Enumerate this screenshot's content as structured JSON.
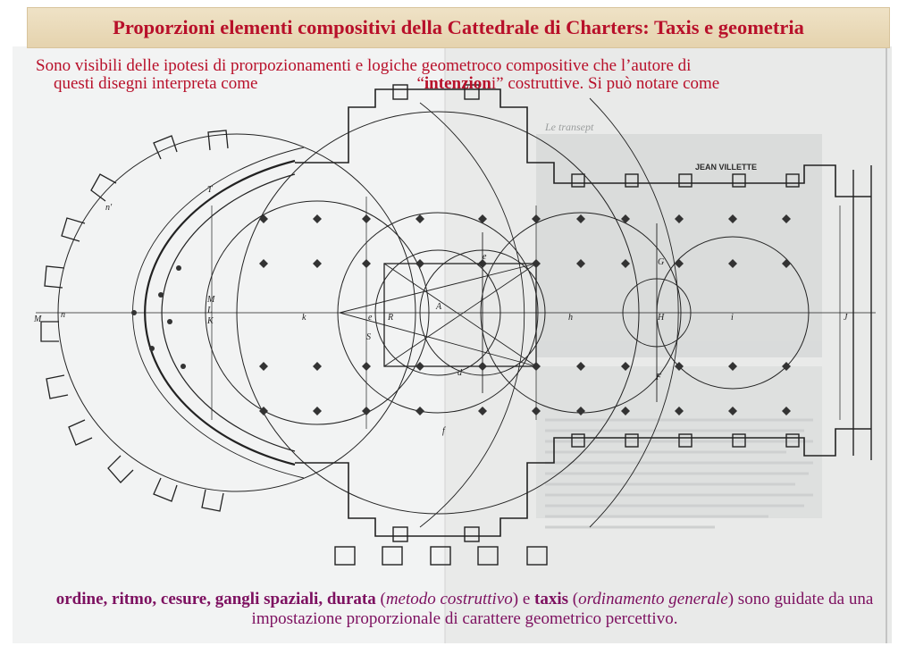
{
  "title": "Proporzioni elementi compositivi della Cattedrale di Charters: Taxis e geometria",
  "intro": {
    "line1": "Sono visibili delle ipotesi di prorpozionamenti e logiche geometroco compositive che l’autore di",
    "line2_a": "questi disegni interpreta come",
    "line2_q": "“",
    "line2_bold": "intenzion",
    "line2_b": "i” costruttive. Si può notare come"
  },
  "drawing": {
    "caption": "JEAN VILLETTE",
    "faded_heading": "Le transept",
    "letters": [
      "M",
      "n'",
      "n",
      "T",
      "L",
      "M",
      "K",
      "e",
      "k",
      "R",
      "S",
      "c",
      "A",
      "e",
      "d",
      "f",
      "G",
      "h",
      "H",
      "i",
      "J",
      "F"
    ]
  },
  "footer": {
    "b1": "ordine, ritmo, cesure, gangli spaziali, durata",
    "t1": " (",
    "i1": "metodo costruttivo",
    "t2": ") e ",
    "b2": "taxis",
    "t3": " (",
    "i2": "ordinamento generale",
    "t4": ") sono guidate da una impostazione proporzionale di carattere geometrico percettivo."
  },
  "colors": {
    "title_red": "#b8102a",
    "footer_purple": "#7d1060",
    "title_bg": "#e9d9b6",
    "ink": "#222222"
  }
}
